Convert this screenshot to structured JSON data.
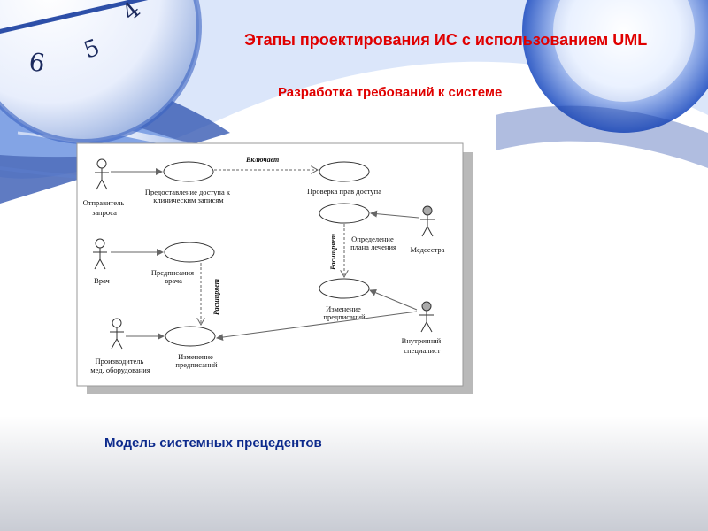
{
  "slide": {
    "title": "Этапы проектирования ИС с  использованием UML",
    "subtitle": "Разработка требований к системе",
    "caption": "Модель системных прецедентов",
    "clock_numerals": {
      "six": "6",
      "five": "5",
      "four": "4"
    }
  },
  "diagram": {
    "actors": {
      "requester": [
        "Отправитель",
        "запроса"
      ],
      "doctor": [
        "Врач"
      ],
      "nurse": [
        "Медсестра"
      ],
      "manufacturer": [
        "Производитель",
        "мед. оборудования"
      ],
      "internal_specialist": [
        "Внутренний",
        "специалист"
      ]
    },
    "use_cases": {
      "provide_access": [
        "Предоставление доступа к",
        "клиническим записям"
      ],
      "check_rights": [
        "Проверка прав доступа"
      ],
      "treatment_plan": [
        "Определение",
        "плана лечения"
      ],
      "prescriptions": [
        "Предписания",
        "врача"
      ],
      "change_prescriptions_center": [
        "Изменение",
        "предписаний"
      ],
      "change_prescriptions_bottom": [
        "Изменение",
        "предписаний"
      ]
    },
    "relations": {
      "includes": "Включает",
      "extends_right": "Расширяет",
      "extends_left": "Расширяет"
    }
  },
  "colors": {
    "title_red": "#e00000",
    "caption_blue": "#0d2a8c"
  }
}
